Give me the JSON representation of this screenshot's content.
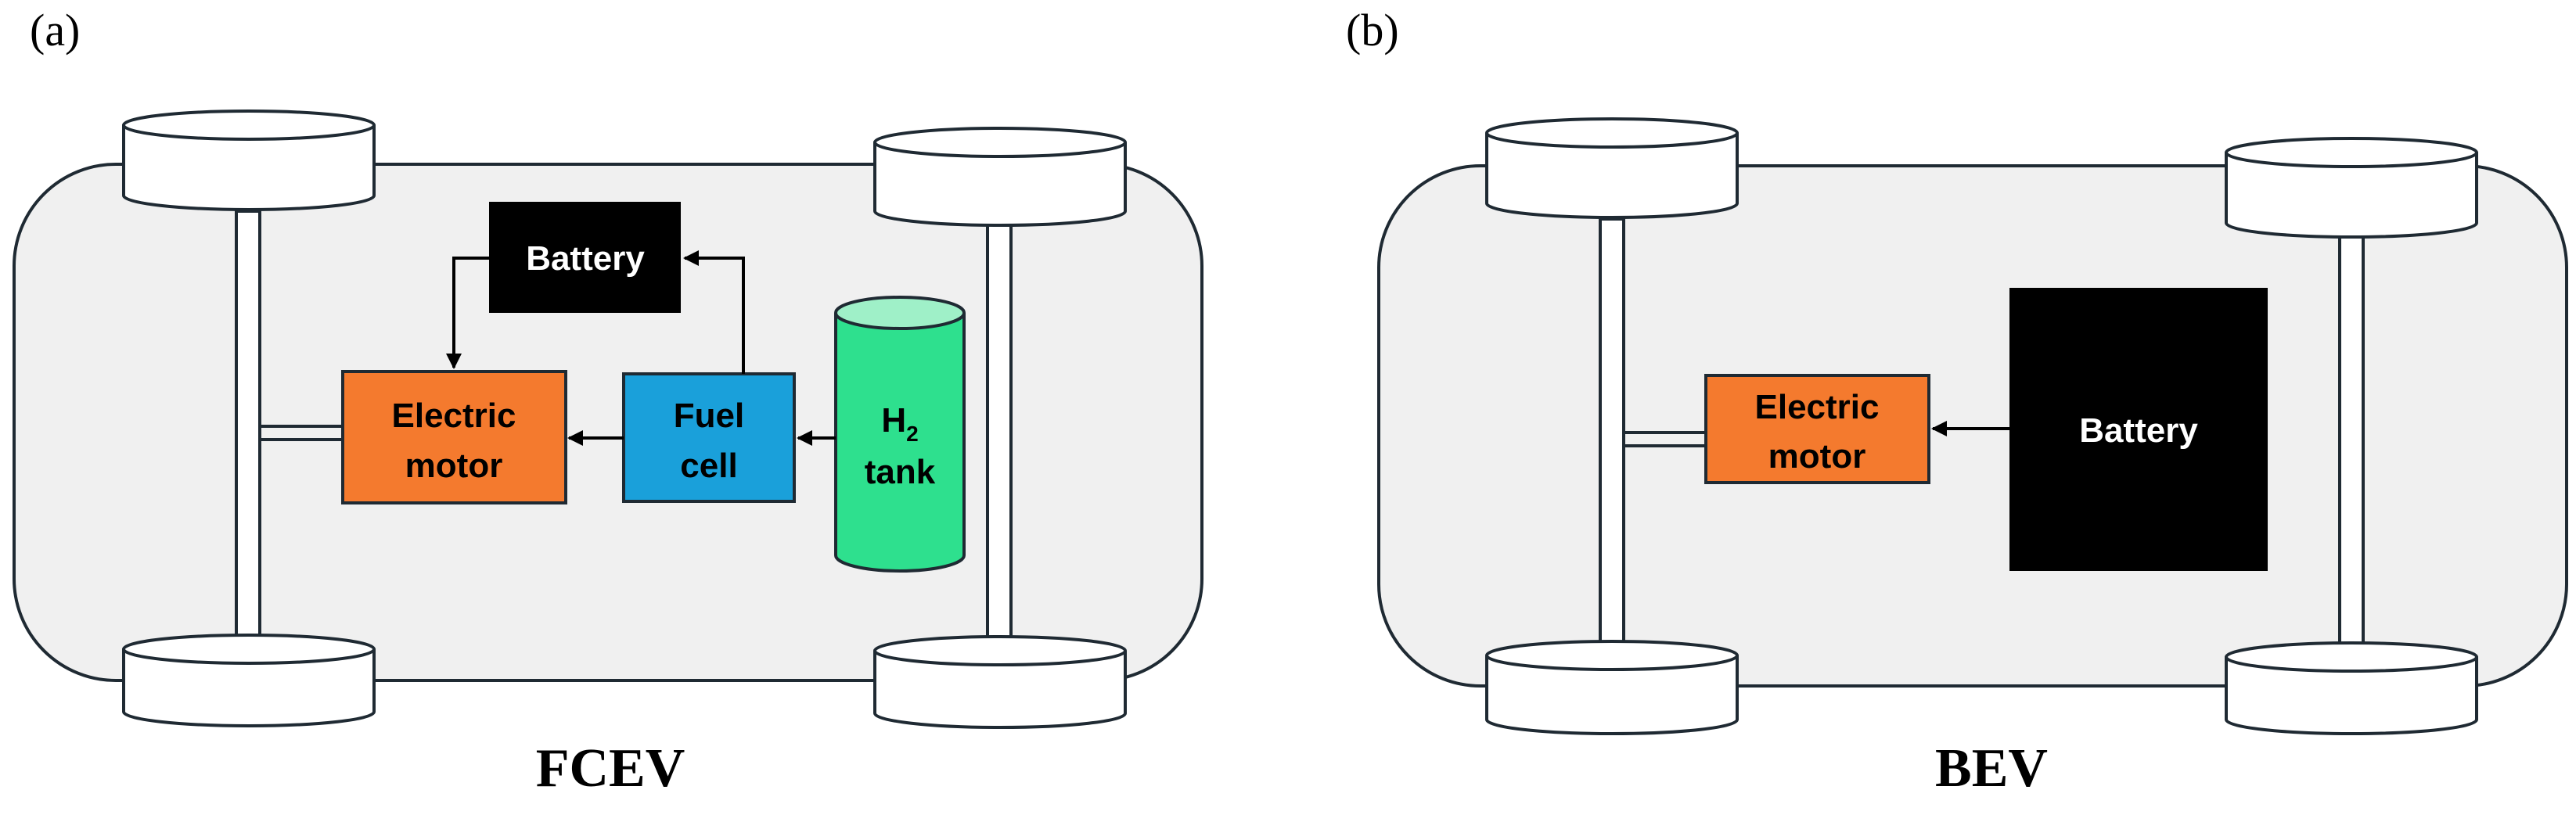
{
  "panels": [
    {
      "label": "(a)",
      "caption": "FCEV",
      "components": {
        "battery": "Battery",
        "motor": [
          "Electric",
          "motor"
        ],
        "fuel_cell": [
          "Fuel",
          "cell"
        ],
        "tank": {
          "line1_main": "H",
          "line1_sub": "2",
          "line2": "tank"
        }
      }
    },
    {
      "label": "(b)",
      "caption": "BEV",
      "components": {
        "battery": "Battery",
        "motor": [
          "Electric",
          "motor"
        ]
      }
    }
  ],
  "colors": {
    "body_fill": "#f0f0f0",
    "outline": "#1f2a33",
    "battery": "#000000",
    "motor": "#f47a2e",
    "fuel_cell": "#1aa0da",
    "tank": "#2ee08e",
    "tank_top": "#9ff0c8",
    "box_text": "#ffffff",
    "motor_text": "#000000"
  }
}
